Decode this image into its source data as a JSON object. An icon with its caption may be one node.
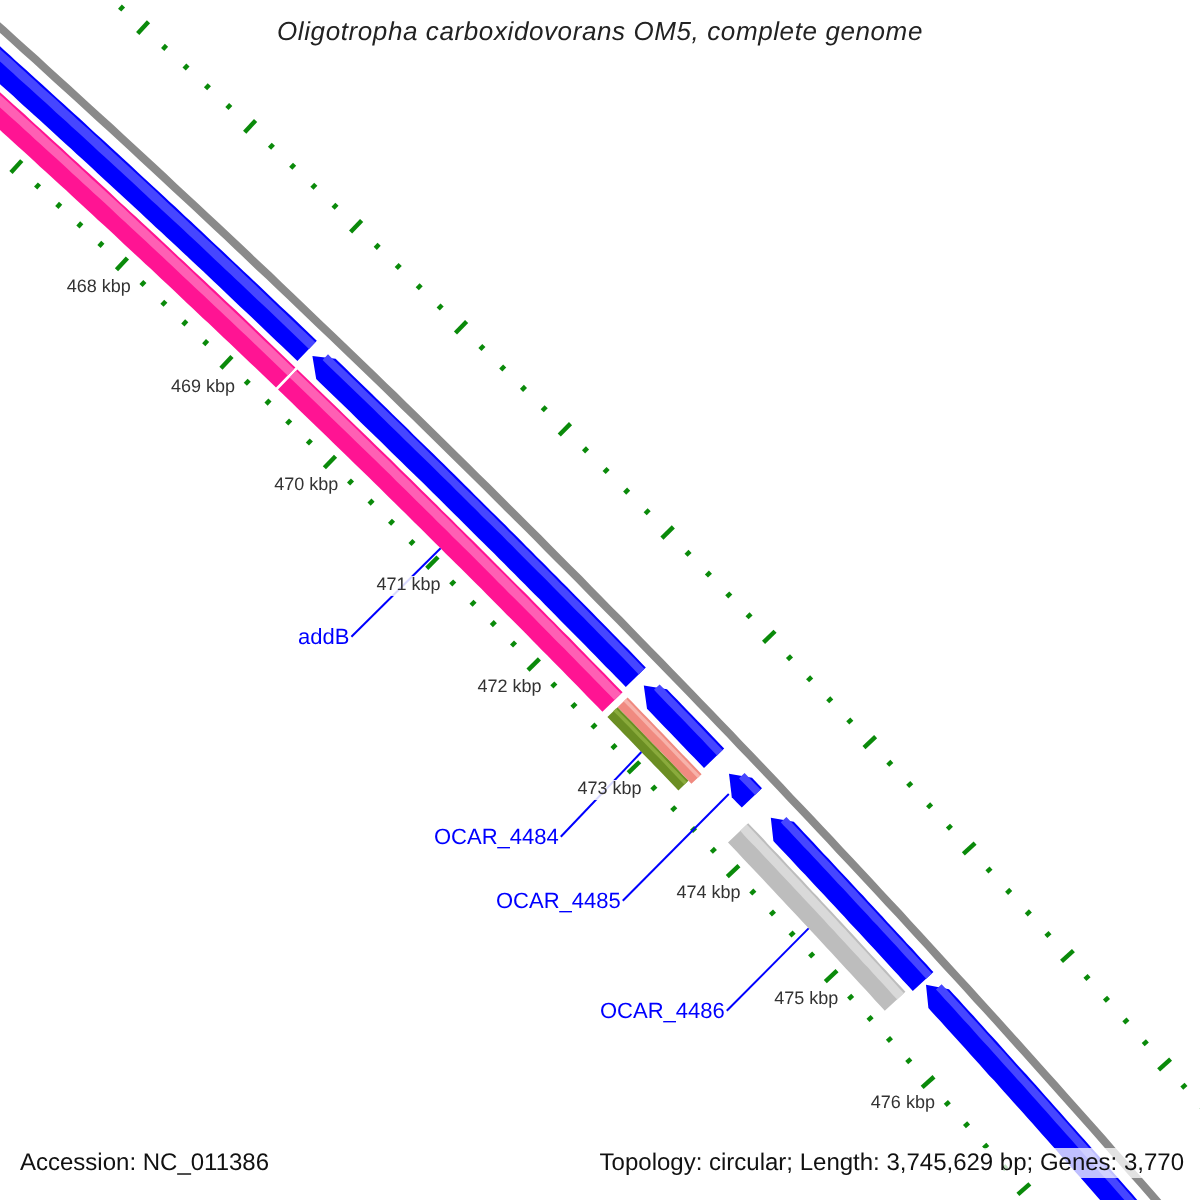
{
  "diagram": {
    "title": "Oligotropha carboxidovorans OM5, complete genome",
    "nodes": [
      {
        "text": [
          "addB"
        ]
      },
      {
        "text": [],
        "shape": "bar"
      },
      {
        "text": [
          "OCAR_4484"
        ]
      },
      {
        "text": [],
        "shape": "bar"
      },
      {
        "text": [
          "OCAR_4485"
        ]
      },
      {
        "text": [],
        "shape": "arrow"
      },
      {
        "text": [
          "OCAR_4486"
        ]
      },
      {
        "text": [],
        "shape": "bar"
      }
    ],
    "edges": [
      {
        "from": 0,
        "to": 1,
        "arrow": "none"
      },
      {
        "from": 2,
        "to": 3,
        "arrow": "none"
      },
      {
        "from": 4,
        "to": 5,
        "arrow": "none"
      },
      {
        "from": 6,
        "to": 7,
        "arrow": "none"
      }
    ],
    "labels": [
      "468 kbp",
      "469 kbp",
      "470 kbp",
      "471 kbp",
      "472 kbp",
      "473 kbp",
      "474 kbp",
      "475 kbp",
      "476 kbp",
      "Accession: NC_011386",
      "Topology: circular; Length: 3,745,629 bp; Genes: 3,770"
    ]
  }
}
